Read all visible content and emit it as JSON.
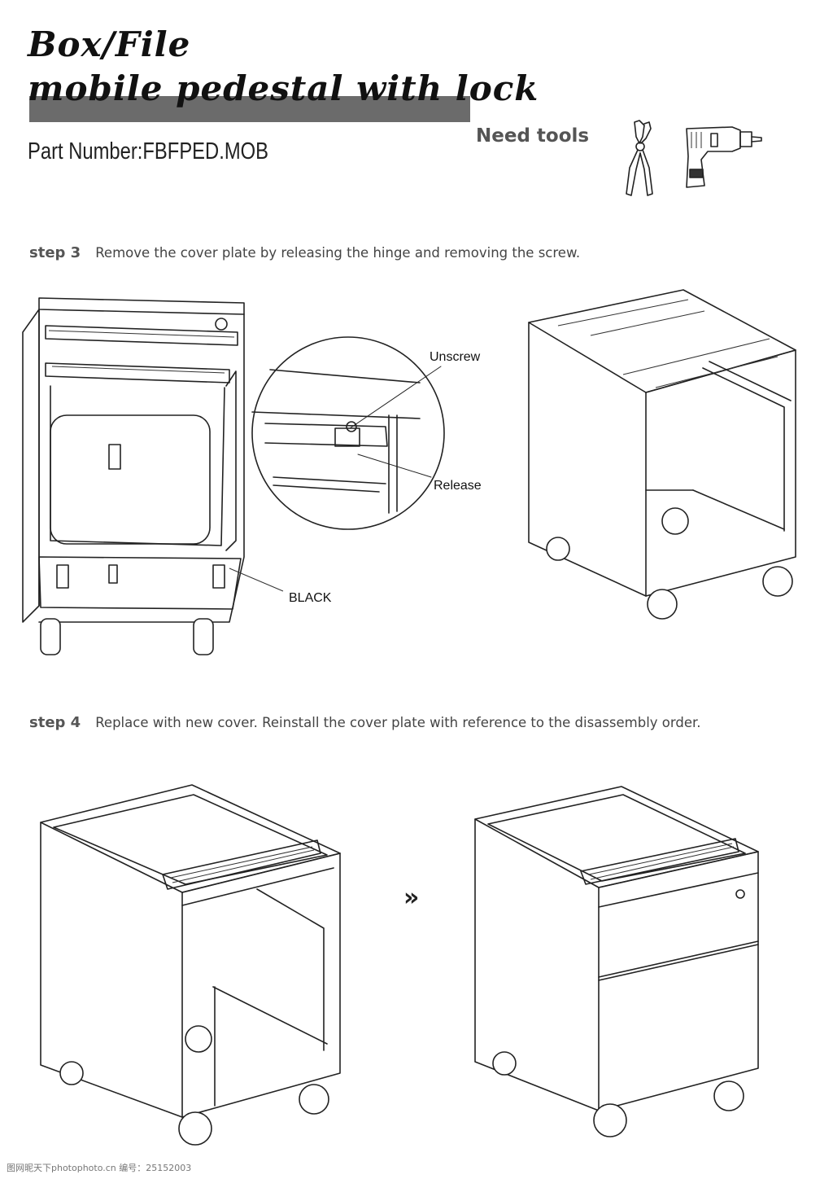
{
  "header": {
    "title_line1": "Box/File",
    "title_line2": "mobile pedestal with lock",
    "part_number": "Part Number:FBFPED.MOB",
    "need_tools": "Need tools",
    "tools": [
      "pliers-icon",
      "drill-icon"
    ]
  },
  "steps": [
    {
      "label": "step 3",
      "text": "Remove the cover plate by releasing the hinge and removing the screw."
    },
    {
      "label": "step 4",
      "text": "Replace with new cover. Reinstall the cover plate with reference to the disassembly order."
    }
  ],
  "callouts": {
    "unscrew": "Unscrew",
    "release": "Release",
    "black": "BLACK"
  },
  "arrow": "»",
  "watermark": "图网昵天下photophoto.cn   编号：25152003"
}
